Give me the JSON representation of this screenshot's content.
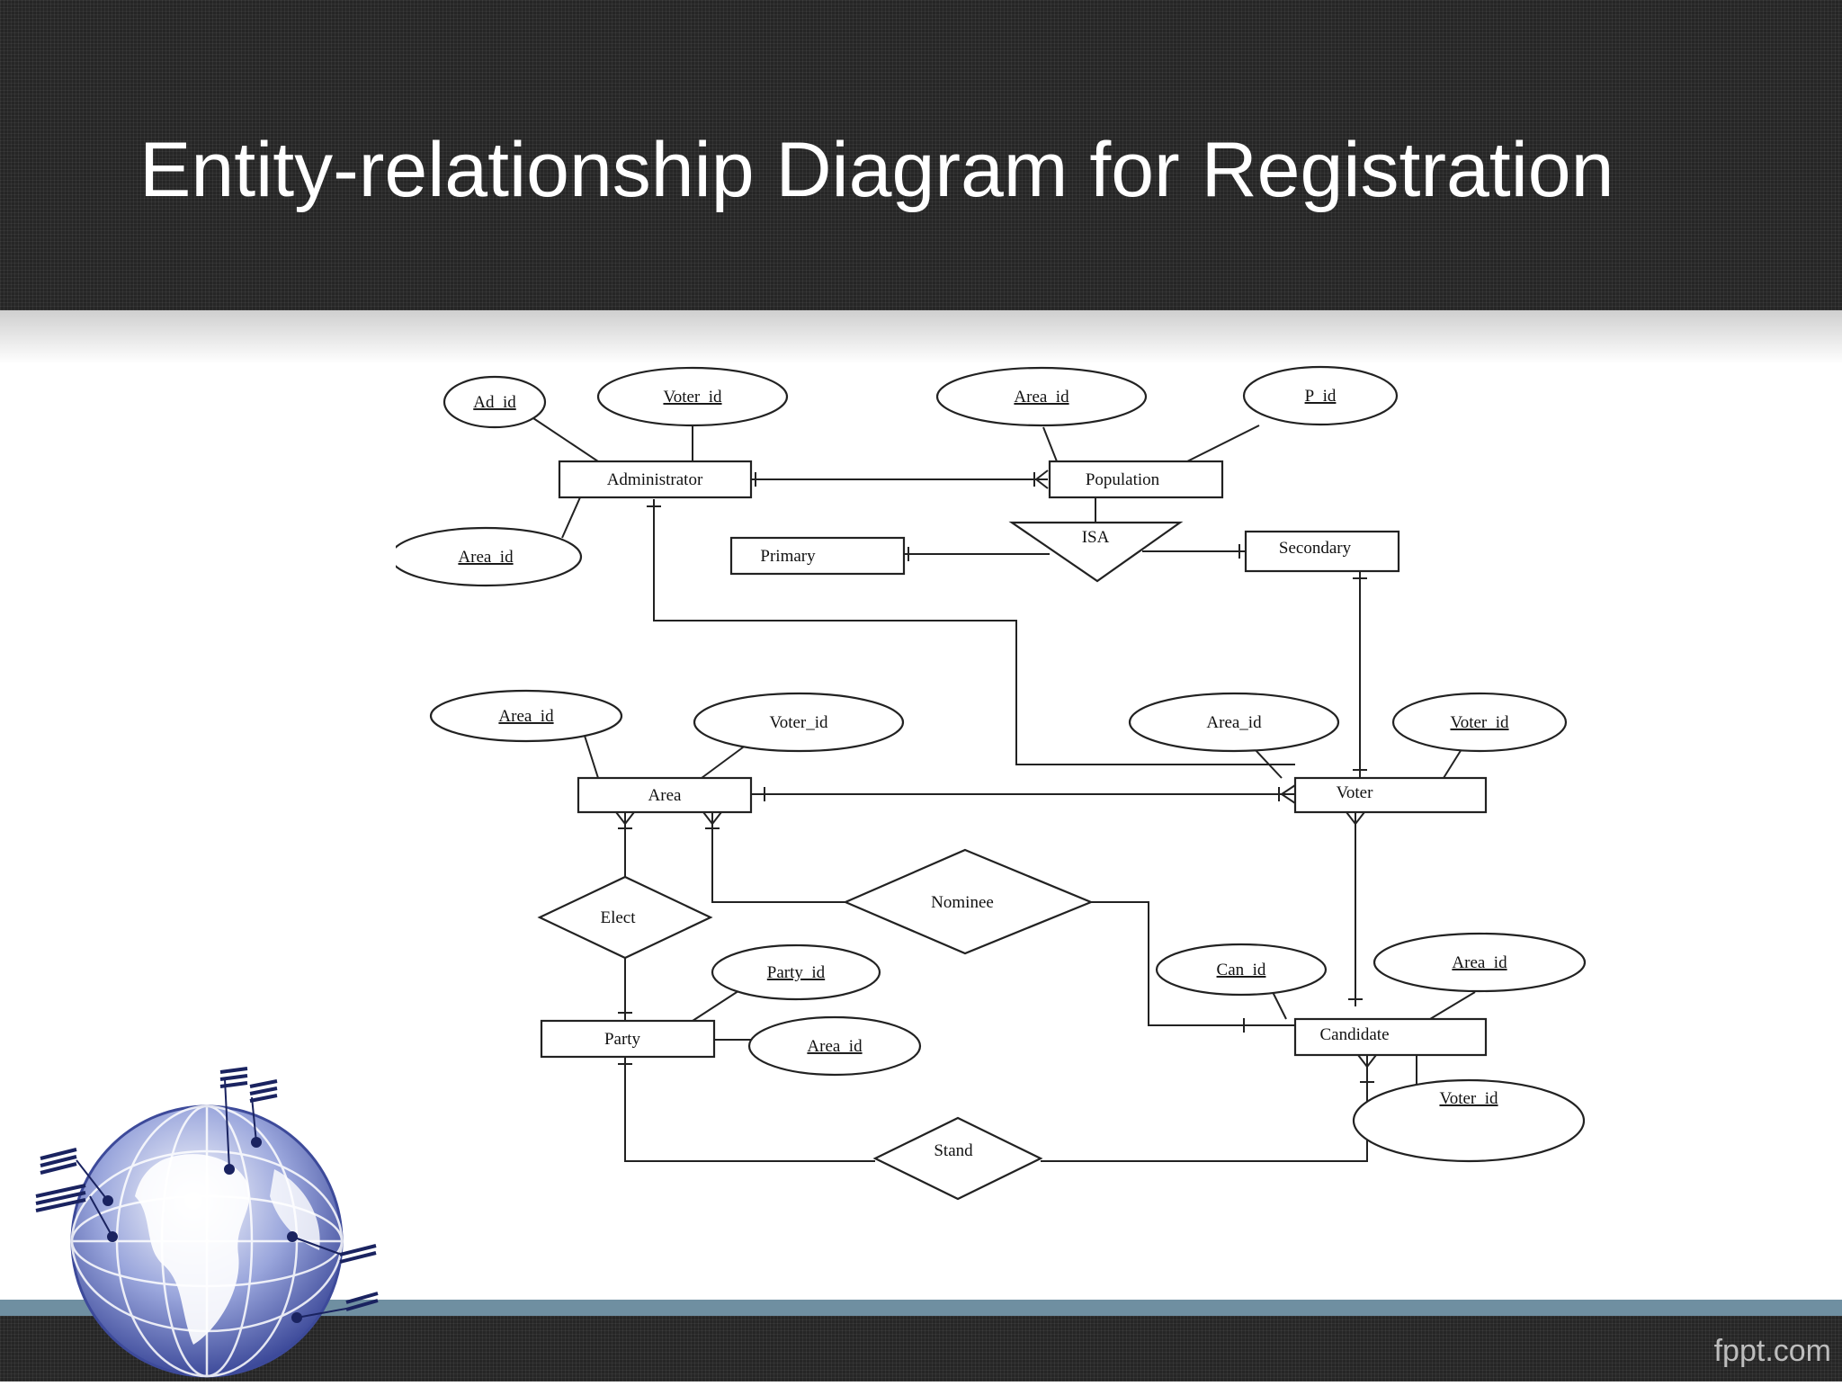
{
  "slide": {
    "title": "Entity-relationship Diagram for Registration",
    "footer_brand": "fppt.com"
  },
  "colors": {
    "header_bg": "#262626",
    "stripe": "#6f8fa1",
    "title_text": "#ffffff",
    "globe": "#5a6bb8"
  },
  "diagram": {
    "entities": {
      "administrator": "Administrator",
      "population": "Population",
      "primary": "Primary",
      "secondary": "Secondary",
      "area": "Area",
      "voter": "Voter",
      "party": "Party",
      "candidate": "Candidate"
    },
    "relationships": {
      "isa": "ISA",
      "elect": "Elect",
      "nominee": "Nominee",
      "stand": "Stand"
    },
    "attributes": {
      "admin_ad_id": "Ad_id",
      "admin_voter_id": "Voter_id",
      "admin_area_id": "Area_id",
      "pop_area_id": "Area_id",
      "pop_p_id": "P_id",
      "area_area_id": "Area_id",
      "area_voter_id": "Voter_id",
      "voter_area_id": "Area_id",
      "voter_voter_id": "Voter_id",
      "party_party_id": "Party_id",
      "party_area_id": "Area_id",
      "cand_can_id": "Can_id",
      "cand_area_id": "Area_id",
      "cand_voter_id": "Voter_id"
    }
  },
  "icons": {
    "globe": "globe-icon"
  }
}
